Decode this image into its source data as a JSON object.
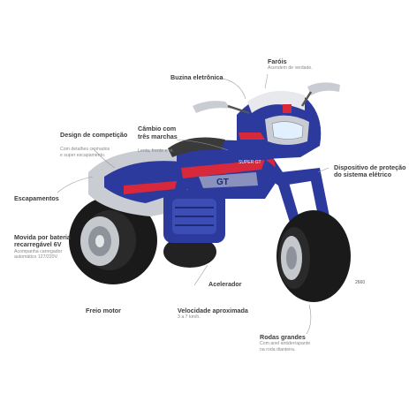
{
  "labels": {
    "farois": {
      "title": "Faróis",
      "desc": "Acendem de verdade."
    },
    "buzina": {
      "title": "Buzina eletrônica",
      "desc": ""
    },
    "design": {
      "title": "Design de competição",
      "desc": "Com detalhes cromados\ne super escapamento."
    },
    "cambio": {
      "title": "Câmbio com\ntrês marchas",
      "desc": "Lenta, frente e ré."
    },
    "dispositivo": {
      "title": "Dispositivo de proteção\ndo sistema elétrico",
      "desc": ""
    },
    "escapamentos": {
      "title": "Escapamentos",
      "desc": ""
    },
    "bateria": {
      "title": "Movida por bateria\nrecarregável 6V",
      "desc": "Acompanha carregador\nautomático 127/220V."
    },
    "acelerador": {
      "title": "Acelerador",
      "desc": ""
    },
    "freio": {
      "title": "Freio motor",
      "desc": ""
    },
    "velocidade": {
      "title": "Velocidade aproximada",
      "desc": "3 a 7 km/h."
    },
    "rodas": {
      "title": "Rodas grandes",
      "desc": "Com anel antiderrapante\nna roda dianteira."
    }
  },
  "product_code": "2660",
  "bike_text": {
    "fairing_badge": "GT",
    "side_text": "SUPER GT"
  },
  "colors": {
    "body_blue": "#2b3a9c",
    "accent_red": "#d8283c",
    "silver": "#c9ccd2",
    "tire": "#1a1a1a",
    "leader_line": "#9a9a9a"
  }
}
